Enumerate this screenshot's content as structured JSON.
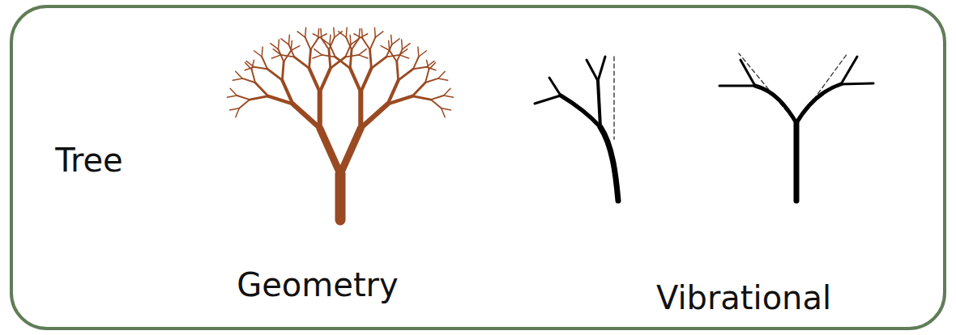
{
  "diagram": {
    "nodes": [
      {
        "text": [
          "Tree",
          "Geometry",
          "Vibrational"
        ]
      }
    ]
  }
}
